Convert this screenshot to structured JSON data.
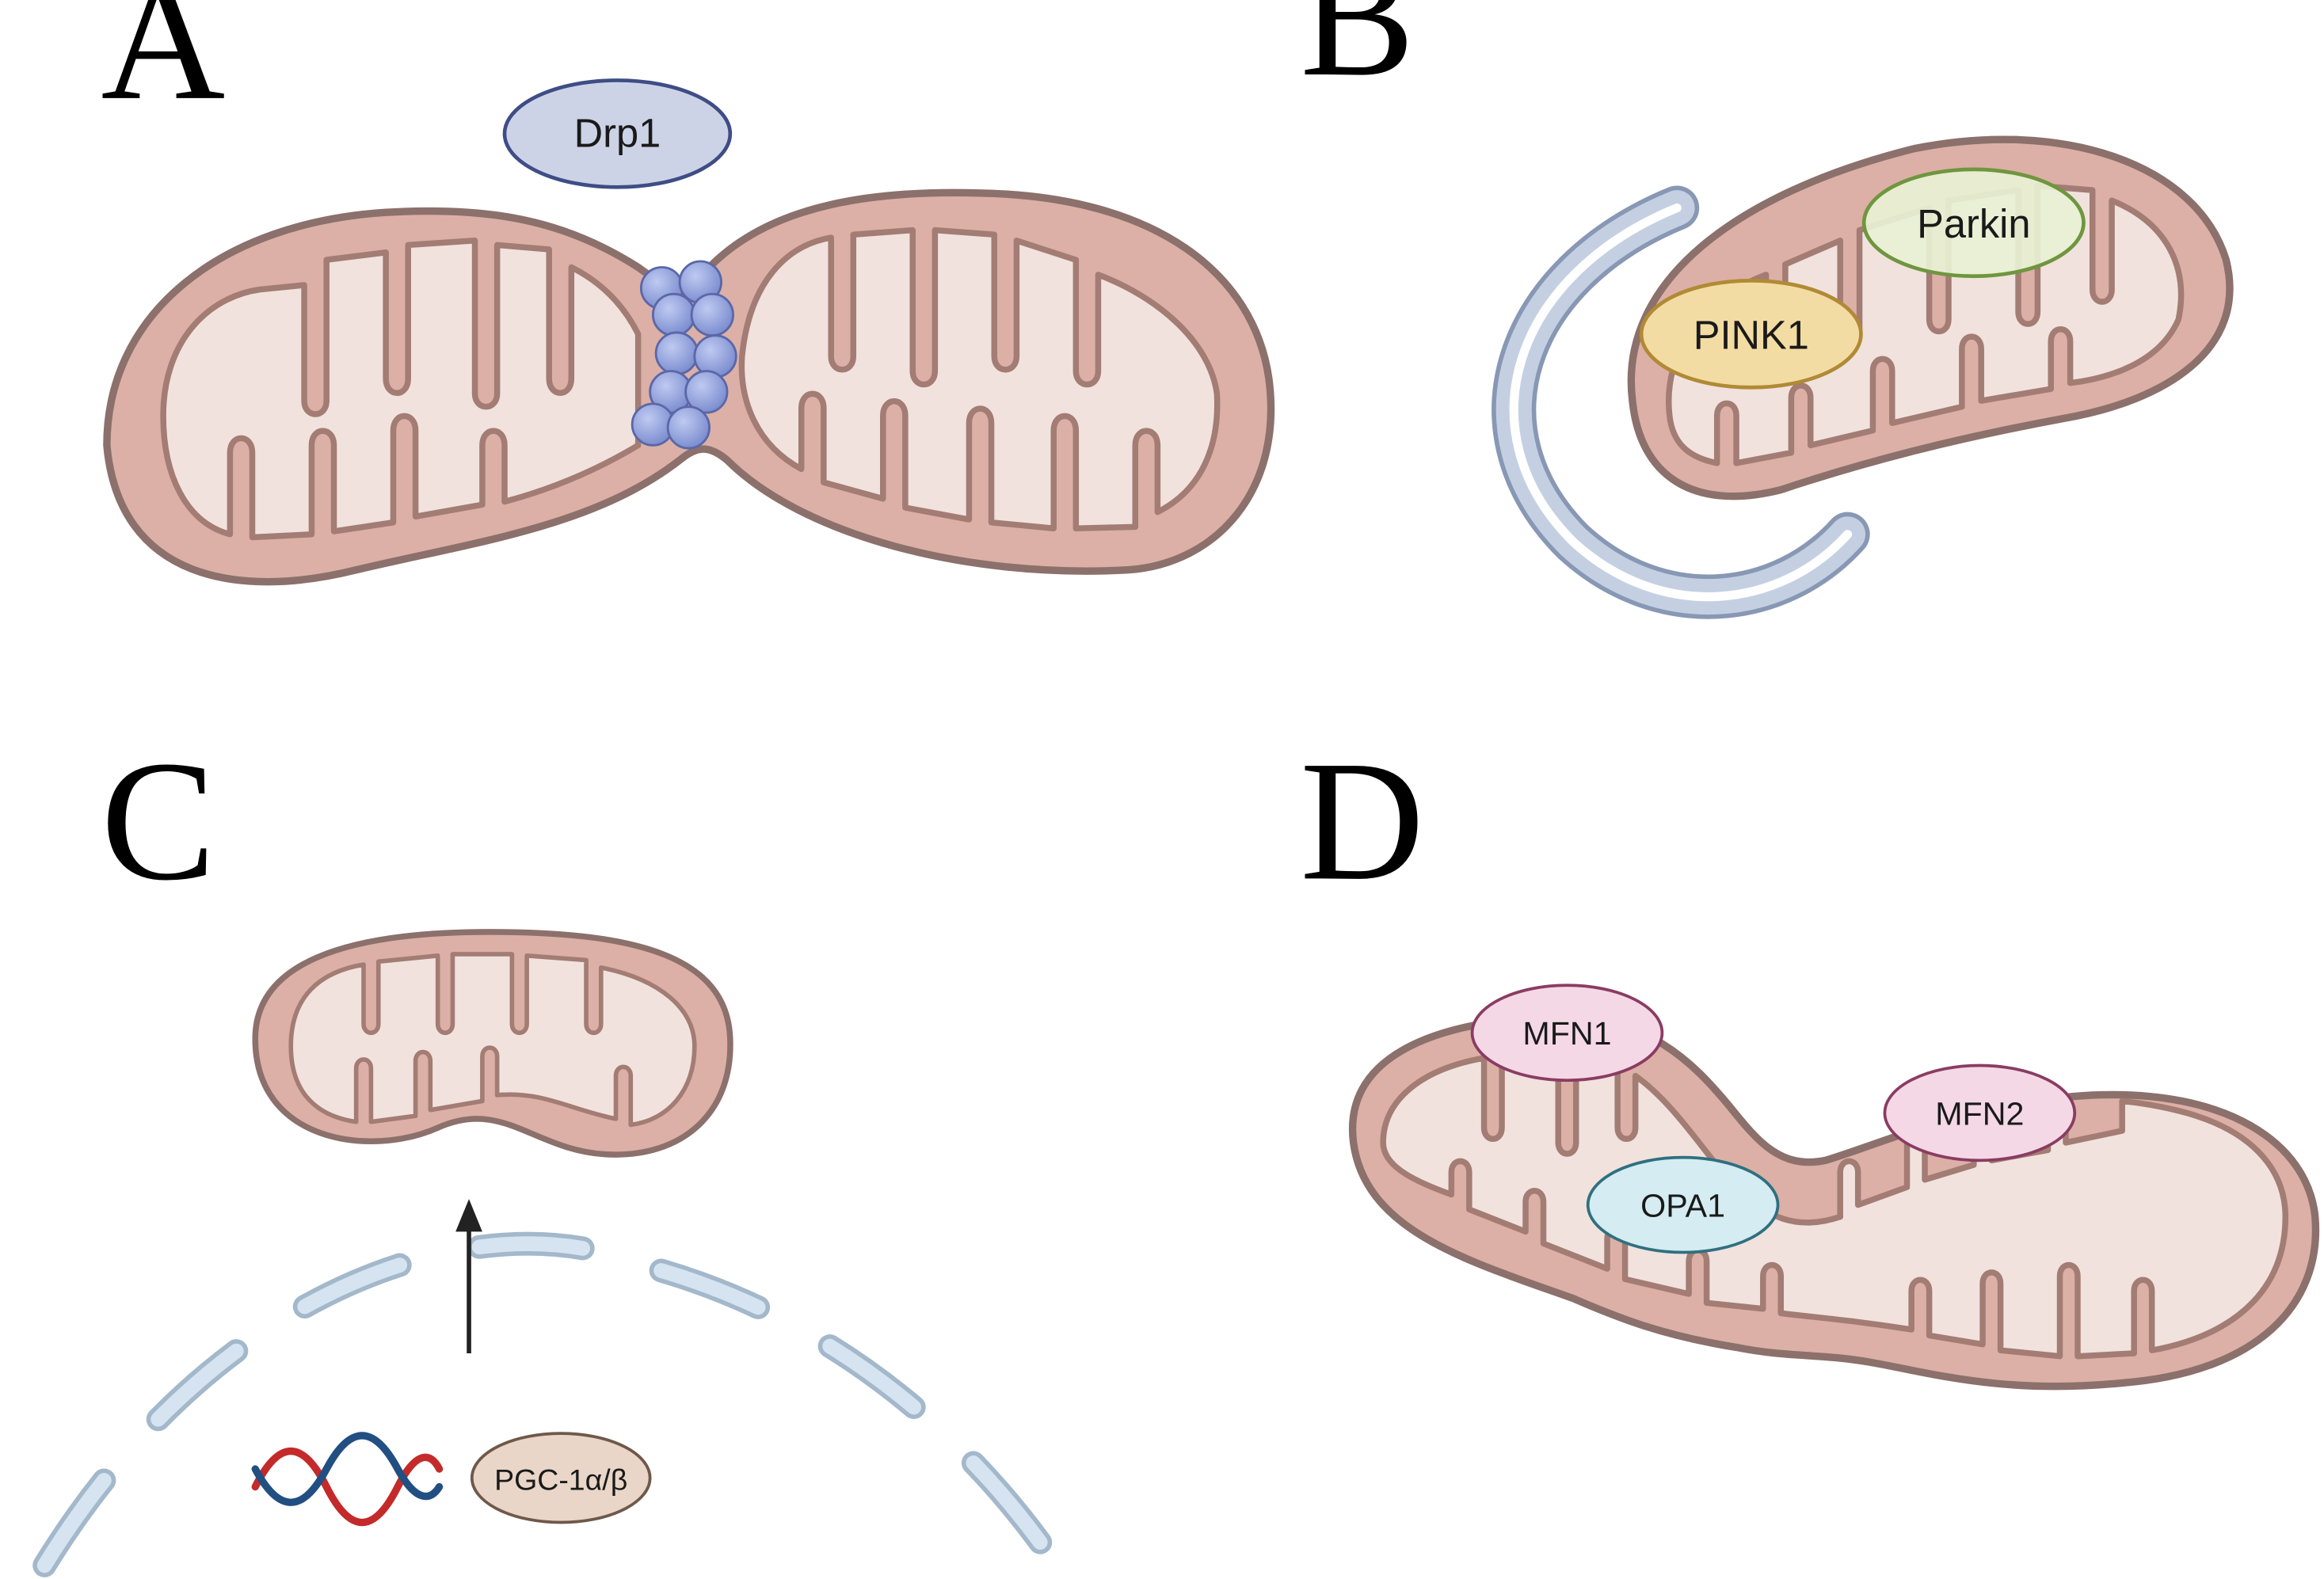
{
  "panels": {
    "a": {
      "letter": "A",
      "proteins": {
        "drp1": "Drp1"
      }
    },
    "b": {
      "letter": "B",
      "proteins": {
        "parkin": "Parkin",
        "pink1": "PINK1"
      }
    },
    "c": {
      "letter": "C",
      "proteins": {
        "pgc": "PGC-1α/β"
      }
    },
    "d": {
      "letter": "D",
      "proteins": {
        "mfn1": "MFN1",
        "mfn2": "MFN2",
        "opa1": "OPA1"
      }
    }
  },
  "colors": {
    "mito_outer_fill": "#dcb0a6",
    "mito_outer_stroke": "#8c706b",
    "mito_inner_fill": "#f1e2de",
    "mito_inner_stroke": "#a37c74",
    "drp1_fill": "#cdd3e6",
    "drp1_stroke": "#3f4d86",
    "drp1_ring": "#8f9fd8",
    "parkin_fill": "#e8f1d4",
    "parkin_stroke": "#6f963f",
    "pink1_fill": "#f3dca3",
    "pink1_stroke": "#b08a35",
    "phagophore_fill": "#c4d0e2",
    "phagophore_stroke": "#8898b4",
    "nucleus_fill": "#d5e4f0",
    "nucleus_stroke": "#a4b8cb",
    "pgc_fill": "#e9d6c8",
    "pgc_stroke": "#6f584a",
    "dna_red": "#c42a2a",
    "dna_blue": "#224f82",
    "mfn_fill": "#f4d8e6",
    "mfn_stroke": "#8a3c62",
    "opa1_fill": "#d5ecf2",
    "opa1_stroke": "#2f7080"
  },
  "icons": [
    "upregulation-arrow-icon",
    "dna-helix-icon"
  ]
}
